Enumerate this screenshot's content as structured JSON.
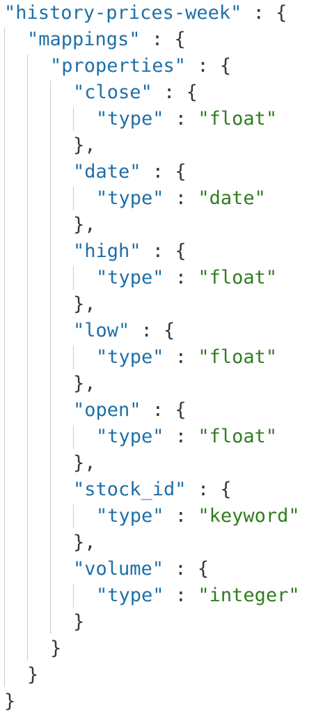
{
  "code": {
    "lines": [
      [
        {
          "t": "key",
          "v": "\"history-prices-week\""
        },
        {
          "t": "punct",
          "v": " : {"
        }
      ],
      [
        {
          "t": "key",
          "v": "\"mappings\""
        },
        {
          "t": "punct",
          "v": " : {"
        }
      ],
      [
        {
          "t": "key",
          "v": "\"properties\""
        },
        {
          "t": "punct",
          "v": " : {"
        }
      ],
      [
        {
          "t": "key",
          "v": "\"close\""
        },
        {
          "t": "punct",
          "v": " : {"
        }
      ],
      [
        {
          "t": "key",
          "v": "\"type\""
        },
        {
          "t": "punct",
          "v": " : "
        },
        {
          "t": "str",
          "v": "\"float\""
        }
      ],
      [
        {
          "t": "punct",
          "v": "},"
        }
      ],
      [
        {
          "t": "key",
          "v": "\"date\""
        },
        {
          "t": "punct",
          "v": " : {"
        }
      ],
      [
        {
          "t": "key",
          "v": "\"type\""
        },
        {
          "t": "punct",
          "v": " : "
        },
        {
          "t": "str",
          "v": "\"date\""
        }
      ],
      [
        {
          "t": "punct",
          "v": "},"
        }
      ],
      [
        {
          "t": "key",
          "v": "\"high\""
        },
        {
          "t": "punct",
          "v": " : {"
        }
      ],
      [
        {
          "t": "key",
          "v": "\"type\""
        },
        {
          "t": "punct",
          "v": " : "
        },
        {
          "t": "str",
          "v": "\"float\""
        }
      ],
      [
        {
          "t": "punct",
          "v": "},"
        }
      ],
      [
        {
          "t": "key",
          "v": "\"low\""
        },
        {
          "t": "punct",
          "v": " : {"
        }
      ],
      [
        {
          "t": "key",
          "v": "\"type\""
        },
        {
          "t": "punct",
          "v": " : "
        },
        {
          "t": "str",
          "v": "\"float\""
        }
      ],
      [
        {
          "t": "punct",
          "v": "},"
        }
      ],
      [
        {
          "t": "key",
          "v": "\"open\""
        },
        {
          "t": "punct",
          "v": " : {"
        }
      ],
      [
        {
          "t": "key",
          "v": "\"type\""
        },
        {
          "t": "punct",
          "v": " : "
        },
        {
          "t": "str",
          "v": "\"float\""
        }
      ],
      [
        {
          "t": "punct",
          "v": "},"
        }
      ],
      [
        {
          "t": "key",
          "v": "\"stock_id\""
        },
        {
          "t": "punct",
          "v": " : {"
        }
      ],
      [
        {
          "t": "key",
          "v": "\"type\""
        },
        {
          "t": "punct",
          "v": " : "
        },
        {
          "t": "str",
          "v": "\"keyword\""
        }
      ],
      [
        {
          "t": "punct",
          "v": "},"
        }
      ],
      [
        {
          "t": "key",
          "v": "\"volume\""
        },
        {
          "t": "punct",
          "v": " : {"
        }
      ],
      [
        {
          "t": "key",
          "v": "\"type\""
        },
        {
          "t": "punct",
          "v": " : "
        },
        {
          "t": "str",
          "v": "\"integer\""
        }
      ],
      [
        {
          "t": "punct",
          "v": "}"
        }
      ],
      [
        {
          "t": "punct",
          "v": "}"
        }
      ],
      [
        {
          "t": "punct",
          "v": "}"
        }
      ],
      [
        {
          "t": "punct",
          "v": "}"
        }
      ]
    ]
  }
}
